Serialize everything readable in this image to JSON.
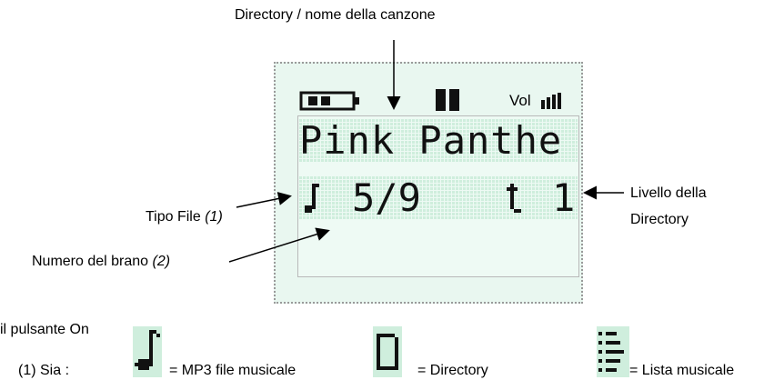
{
  "labels": {
    "top": "Directory / nome della canzone",
    "tipo_file": "Tipo File",
    "tipo_file_note": "(1)",
    "numero_brano": "Numero del brano",
    "numero_brano_note": "(2)",
    "livello_line1": "Livello della",
    "livello_line2": "Directory",
    "pulsante": "il pulsante On"
  },
  "lcd": {
    "volume": "Vol",
    "line1": "Pink Panthe",
    "line2_icon": "music-note-icon",
    "line2_track": "5/9",
    "line2_level": "1"
  },
  "legend": {
    "prefix": "(1) Sia :",
    "items": [
      {
        "icon": "music-file-icon",
        "text": "= MP3 file musicale"
      },
      {
        "icon": "directory-icon",
        "text": "= Directory"
      },
      {
        "icon": "playlist-icon",
        "text": "= Lista musicale"
      }
    ]
  },
  "colors": {
    "lcd_bg": "#e9f7f0",
    "lcd_grid": "#bfe6d1",
    "pixel": "#111111"
  }
}
